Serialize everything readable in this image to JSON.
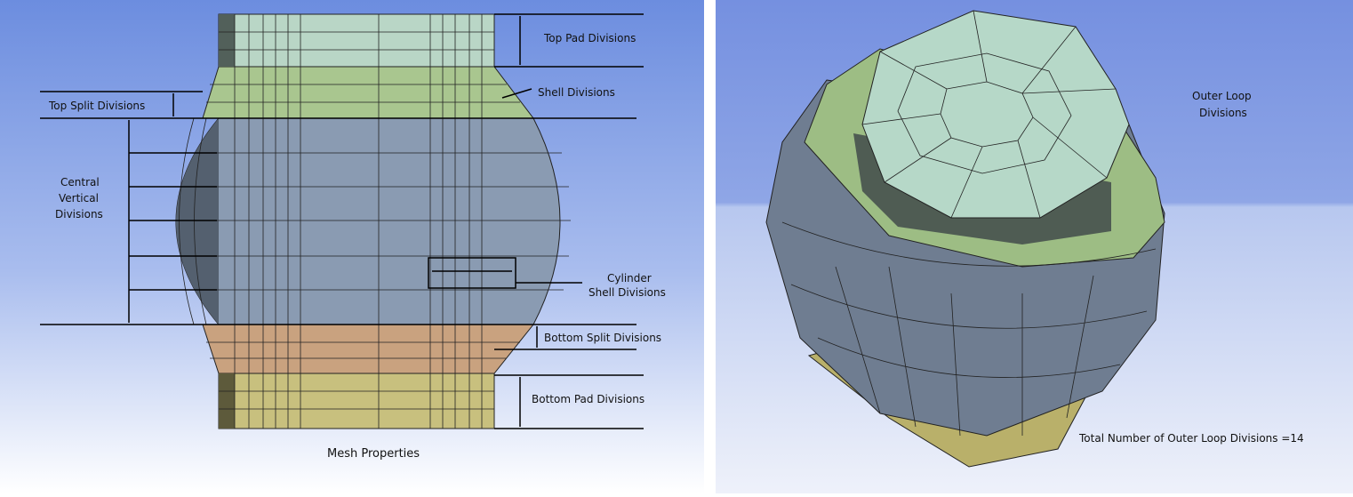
{
  "left_panel": {
    "caption": "Mesh Properties",
    "labels": {
      "top_pad": "Top Pad Divisions",
      "shell": "Shell Divisions",
      "top_split": "Top Split Divisions",
      "central_vertical": [
        "Central",
        "Vertical",
        "Divisions"
      ],
      "cylinder_shell": [
        "Cylinder",
        "Shell Divisions"
      ],
      "bottom_split": "Bottom Split Divisions",
      "bottom_pad": "Bottom Pad Divisions"
    }
  },
  "right_panel": {
    "outer_loop": [
      "Outer Loop",
      "Divisions"
    ],
    "total_label": "Total Number of Outer Loop Divisions =14"
  },
  "colors": {
    "top_pad": "#b9d6c6",
    "shell": "#a9c68f",
    "body": "#8a9bb2",
    "bottom_split": "#c9a27f",
    "bottom_pad": "#c8c07e"
  }
}
